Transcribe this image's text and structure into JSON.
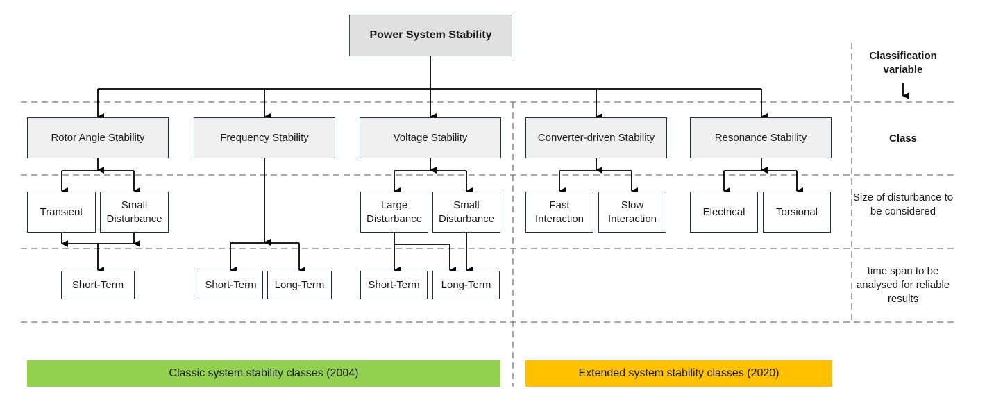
{
  "root": {
    "label": "Power System Stability"
  },
  "classes": [
    {
      "label": "Rotor Angle Stability"
    },
    {
      "label": "Frequency Stability"
    },
    {
      "label": "Voltage Stability"
    },
    {
      "label": "Converter-driven Stability"
    },
    {
      "label": "Resonance Stability"
    }
  ],
  "disturbance": {
    "rotor_transient": "Transient",
    "rotor_small": "Small Disturbance",
    "voltage_large": "Large Disturbance",
    "voltage_small": "Small Disturbance",
    "converter_fast": "Fast Interaction",
    "converter_slow": "Slow Interaction",
    "resonance_electrical": "Electrical",
    "resonance_torsional": "Torsional"
  },
  "timespan": {
    "rotor_short": "Short-Term",
    "freq_short": "Short-Term",
    "freq_long": "Long-Term",
    "voltage_short": "Short-Term",
    "voltage_long": "Long-Term"
  },
  "side_labels": {
    "classification_variable": "Classification variable",
    "class": "Class",
    "size_of_disturbance": "Size of disturbance to be considered",
    "time_span": "time span to be analysed for reliable results"
  },
  "legend": {
    "classic": {
      "label": "Classic system stability classes (2004)",
      "color": "#92d050"
    },
    "extended": {
      "label": "Extended system stability classes (2020)",
      "color": "#ffc000"
    }
  }
}
